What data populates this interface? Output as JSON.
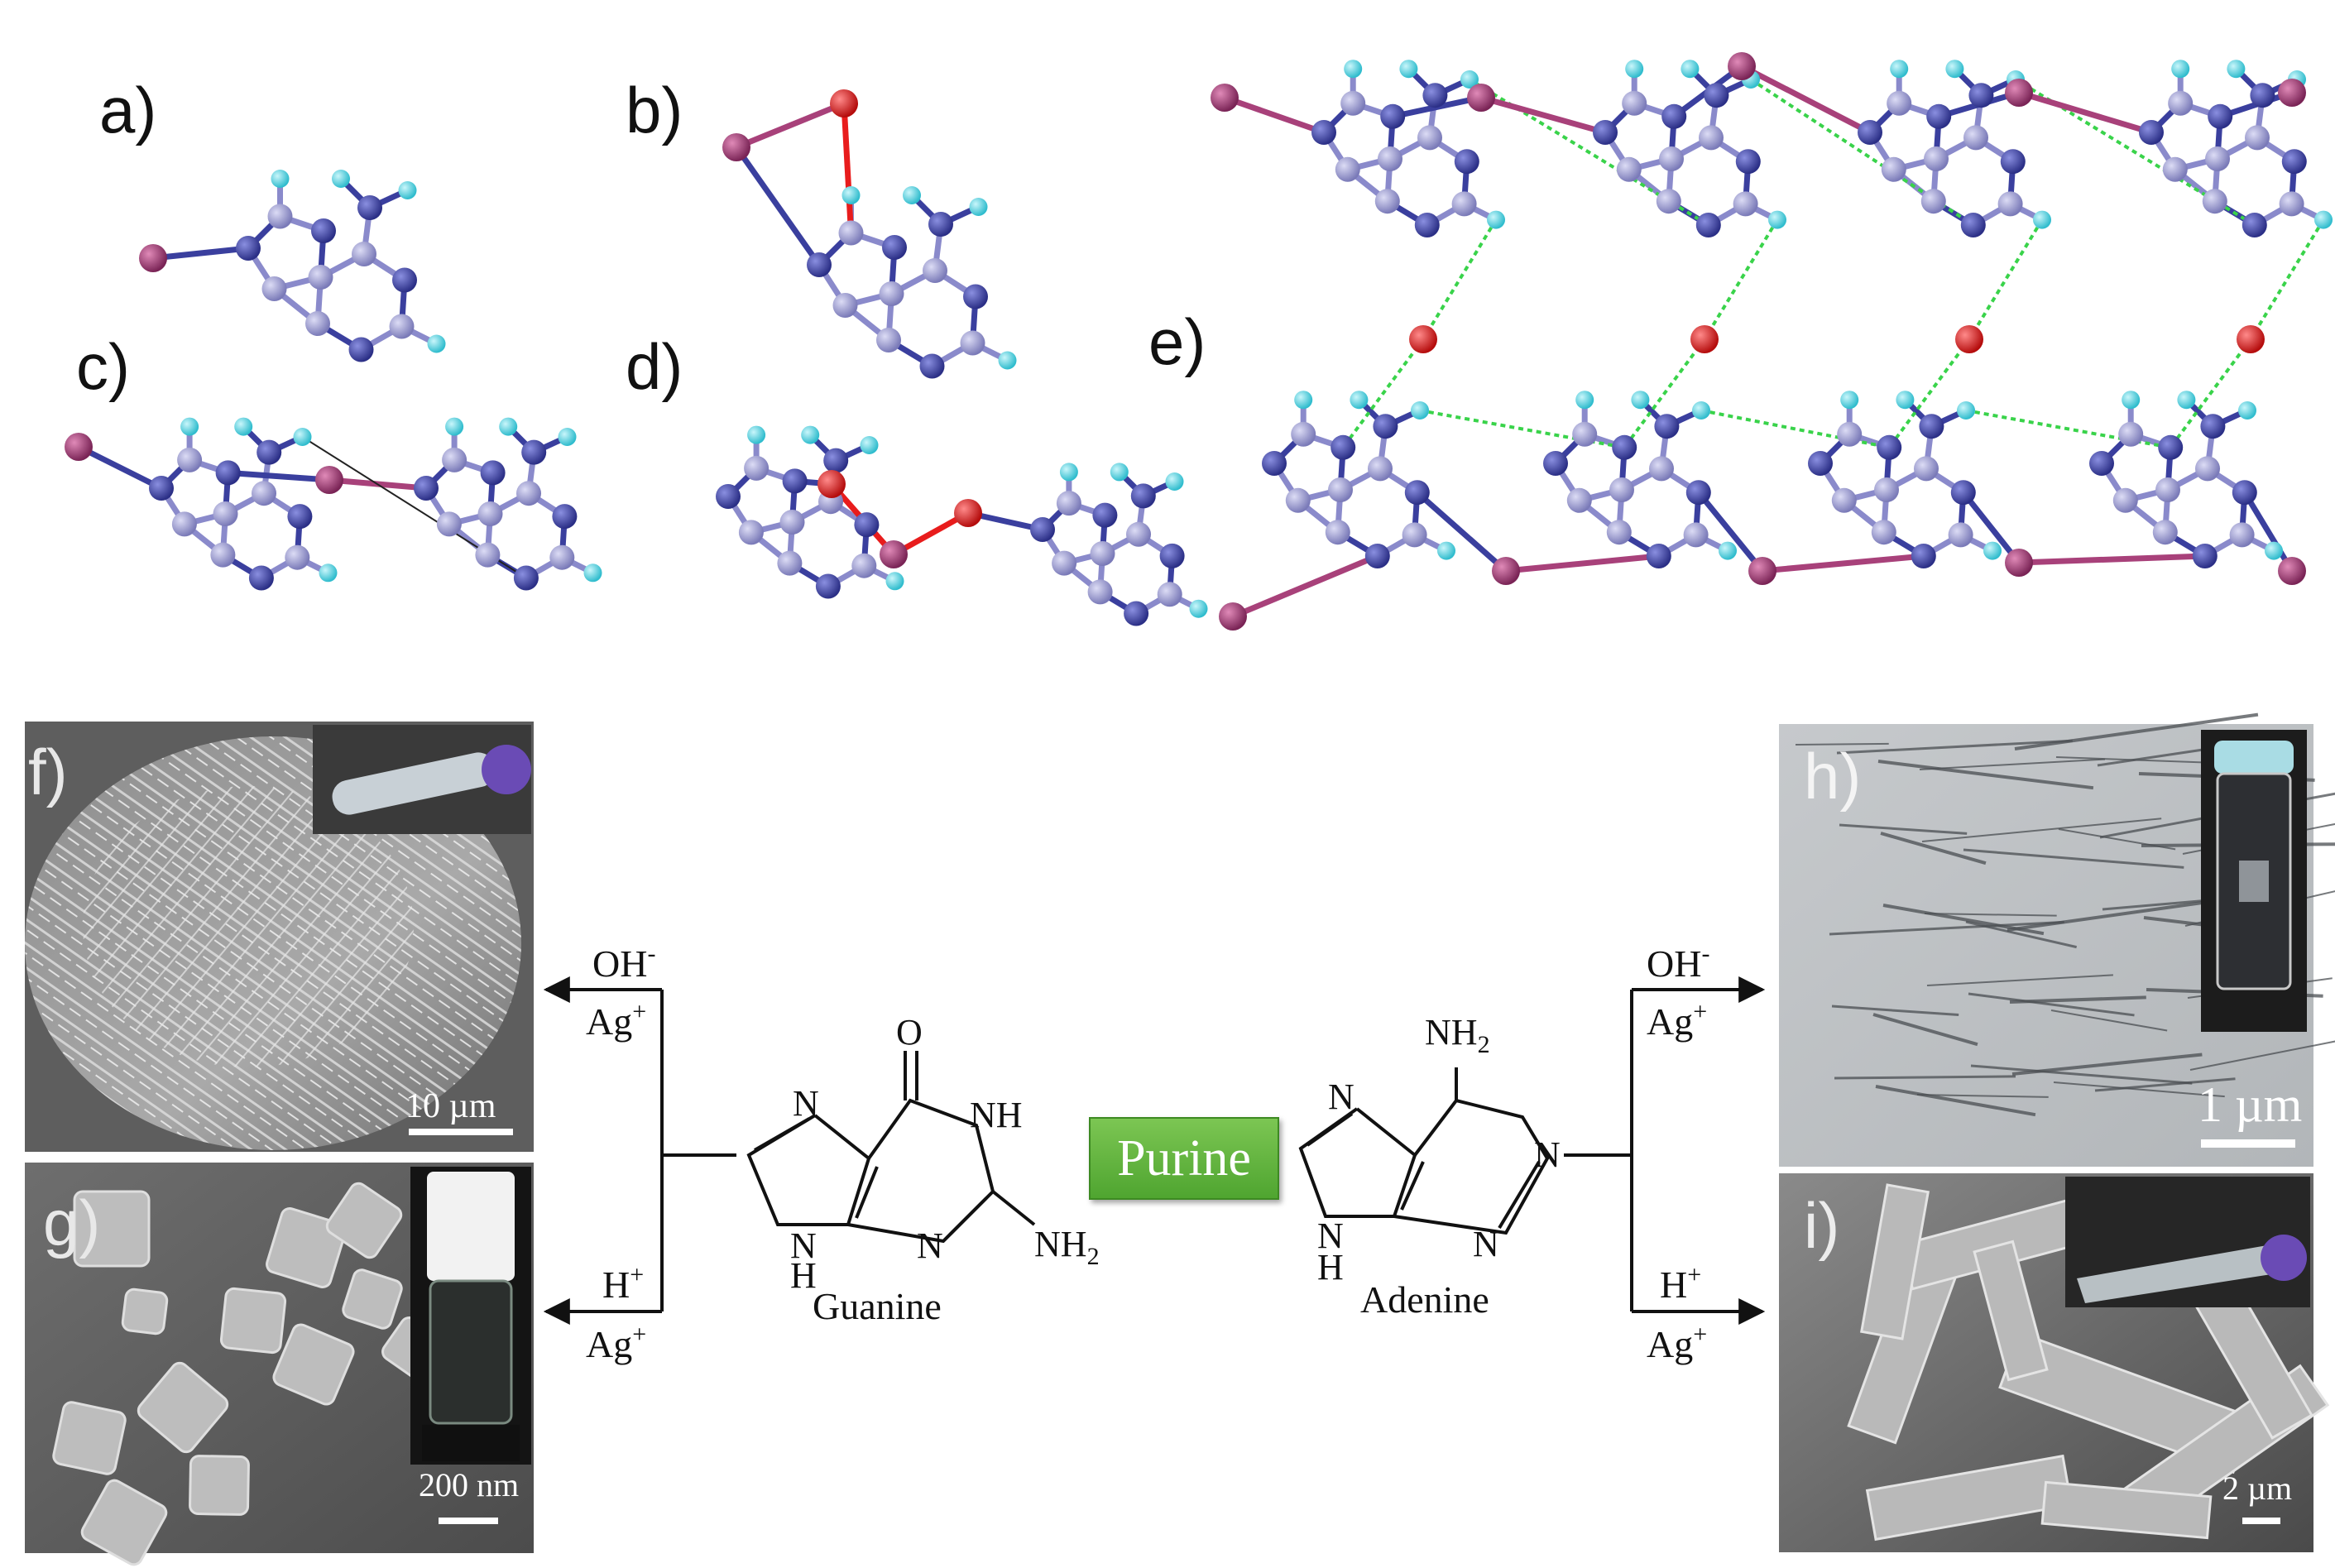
{
  "panels": {
    "a": "a)",
    "b": "b)",
    "c": "c)",
    "d": "d)",
    "e": "e)",
    "f": "f)",
    "g": "g)",
    "h": "h)",
    "i": "i)"
  },
  "center_label": "Purine",
  "guanine": {
    "name": "Guanine",
    "atoms": {
      "O": "O",
      "NH_top": "NH",
      "N_left_top": "N",
      "N_left_bottom": "H",
      "N_left_bottom_n": "N",
      "N_bottom": "N",
      "NH2": "NH",
      "NH2_sub": "2"
    }
  },
  "adenine": {
    "name": "Adenine",
    "atoms": {
      "NH2": "NH",
      "NH2_sub": "2",
      "N_left_top": "N",
      "N_left_bottom_n": "N",
      "N_left_bottom_h": "H",
      "N_right": "N",
      "N_bottom": "N"
    }
  },
  "reagents": {
    "left_top": {
      "ion": "OH",
      "ion_sup": "-",
      "metal": "Ag",
      "metal_sup": "+"
    },
    "left_bottom": {
      "ion": "H",
      "ion_sup": "+",
      "metal": "Ag",
      "metal_sup": "+"
    },
    "right_top": {
      "ion": "OH",
      "ion_sup": "-",
      "metal": "Ag",
      "metal_sup": "+"
    },
    "right_bottom": {
      "ion": "H",
      "ion_sup": "+",
      "metal": "Ag",
      "metal_sup": "+"
    }
  },
  "scale_bars": {
    "f": "10 µm",
    "g": "200 nm",
    "h": "1 µm",
    "i": "2 µm"
  },
  "colors": {
    "nitrogen": "#3a3f9e",
    "carbon": "#9a9ad2",
    "hydrogen": "#5fd9e8",
    "silver": "#a8417a",
    "oxygen": "#e81c1c",
    "hbond": "#39d34a",
    "purine_green": "#5cb03a"
  }
}
